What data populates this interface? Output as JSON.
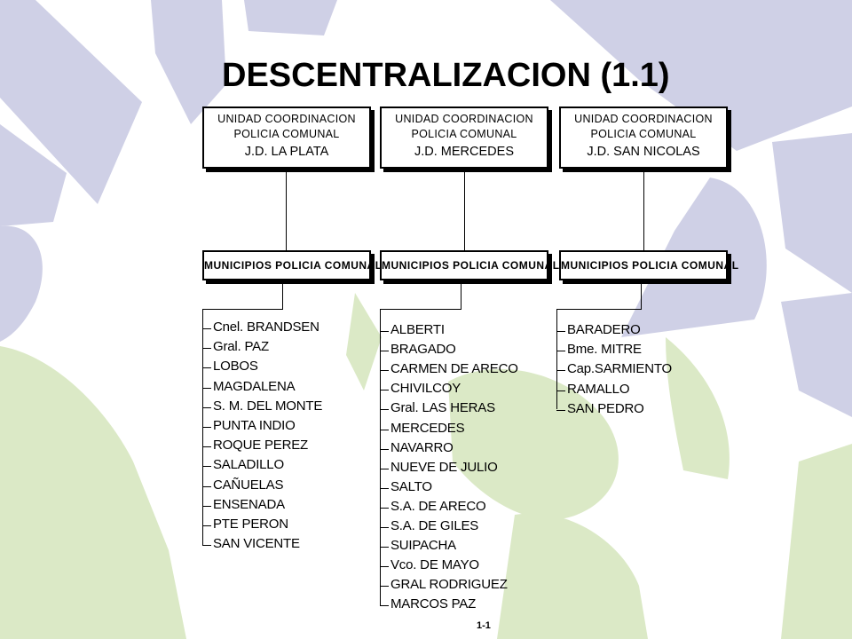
{
  "title": "DESCENTRALIZACION  (1.1)",
  "page_number": "1-1",
  "colors": {
    "lavender": "#cfd0e6",
    "green": "#dbe9c6"
  },
  "units": [
    {
      "line1": "UNIDAD COORDINACION",
      "line2": "POLICIA COMUNAL",
      "line3": "J.D. LA PLATA",
      "municipios_label": "MUNICIPIOS POLICIA COMUNAL",
      "municipios": [
        "Cnel. BRANDSEN",
        "Gral. PAZ",
        "LOBOS",
        "MAGDALENA",
        "S. M. DEL MONTE",
        "PUNTA INDIO",
        "ROQUE PEREZ",
        "SALADILLO",
        "CAÑUELAS",
        "ENSENADA",
        "PTE PERON",
        "SAN VICENTE"
      ]
    },
    {
      "line1": "UNIDAD COORDINACION",
      "line2": "POLICIA COMUNAL",
      "line3": "J.D. MERCEDES",
      "municipios_label": "MUNICIPIOS POLICIA COMUNAL",
      "municipios": [
        "ALBERTI",
        "BRAGADO",
        "CARMEN DE ARECO",
        "CHIVILCOY",
        "Gral. LAS HERAS",
        "MERCEDES",
        "NAVARRO",
        "NUEVE DE JULIO",
        "SALTO",
        "S.A. DE ARECO",
        "S.A. DE GILES",
        "SUIPACHA",
        "Vco. DE MAYO",
        "GRAL RODRIGUEZ",
        "MARCOS PAZ"
      ]
    },
    {
      "line1": "UNIDAD COORDINACION",
      "line2": "POLICIA COMUNAL",
      "line3": "J.D. SAN NICOLAS",
      "municipios_label": "MUNICIPIOS POLICIA COMUNAL",
      "municipios": [
        "BARADERO",
        "Bme. MITRE",
        "Cap.SARMIENTO",
        "RAMALLO",
        "SAN PEDRO"
      ]
    }
  ]
}
